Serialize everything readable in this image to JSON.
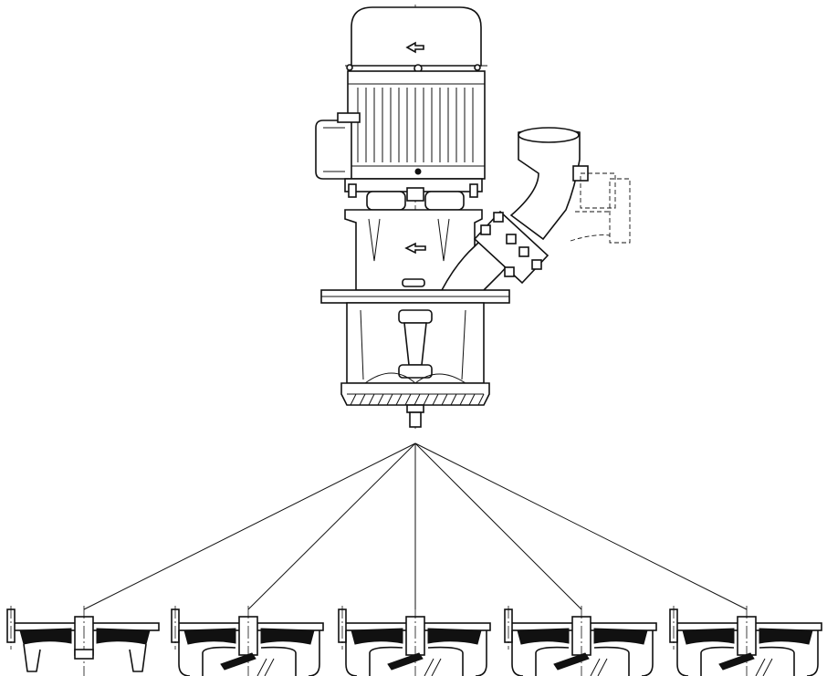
{
  "colors": {
    "line": "#111111",
    "background": "#ffffff"
  },
  "variants": [
    {
      "id": "impeller-open",
      "style": "open"
    },
    {
      "id": "impeller-closed-1",
      "style": "closed"
    },
    {
      "id": "impeller-closed-2",
      "style": "closed"
    },
    {
      "id": "impeller-closed-3",
      "style": "closed"
    },
    {
      "id": "impeller-closed-4",
      "style": "closed"
    }
  ]
}
